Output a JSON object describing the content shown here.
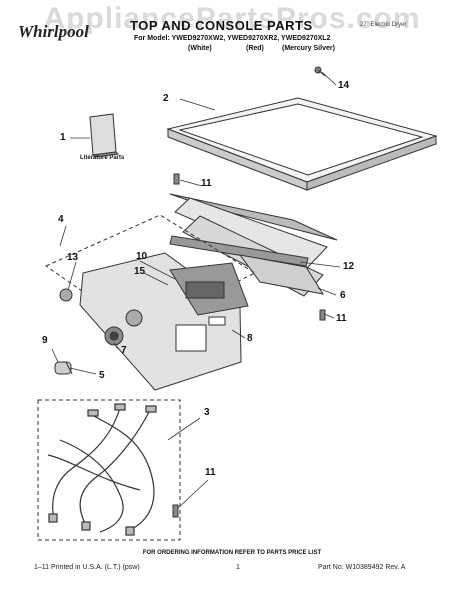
{
  "watermark": "AppliancePartsPros.com",
  "header": {
    "brand_logo": "Whirlpool",
    "title": "TOP AND CONSOLE PARTS",
    "subtitle": "27\" Electric Dryer",
    "model_line": "For Model: YWED9270XW2, YWED9270XR2, YWED9270XL2",
    "colors": [
      "(White)",
      "(Red)",
      "(Mercury Silver)"
    ]
  },
  "diagram": {
    "literature_label": "Literature Parts",
    "callouts": [
      "1",
      "2",
      "3",
      "4",
      "5",
      "6",
      "7",
      "8",
      "9",
      "10",
      "11",
      "11",
      "11",
      "12",
      "13",
      "14",
      "15"
    ]
  },
  "footer": {
    "ordering_note": "FOR ORDERING INFORMATION REFER TO PARTS PRICE LIST",
    "left": "1–11 Printed in U.S.A. (L.T.) (psw)",
    "page": "1",
    "right": "Part No. W10389492 Rev. A"
  }
}
